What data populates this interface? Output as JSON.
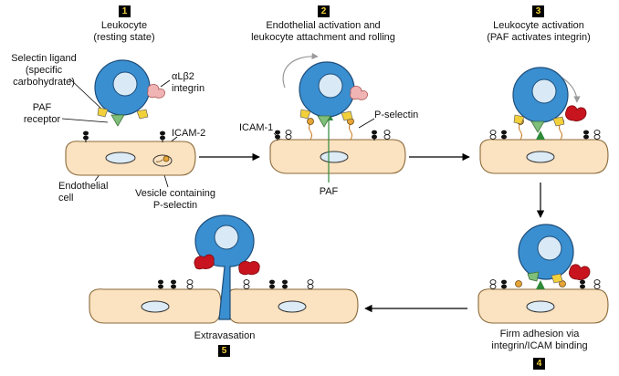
{
  "colors": {
    "cell_body": "#fbe2c0",
    "cell_stroke": "#8a6a3a",
    "nucleus_fill": "#dcebf6",
    "leukocyte": "#3a8fd0",
    "leukocyte_nucleus": "#d9eaf6",
    "selectin_ligand": "#f2d03a",
    "paf_receptor": "#7fbf7a",
    "integrin_inactive": "#f1b4b4",
    "integrin_active": "#c8141e",
    "p_selectin": "#e6a437",
    "number_box": "#000000",
    "number_text": "#f4d23a"
  },
  "steps": [
    {
      "number": "1",
      "title_line1": "Leukocyte",
      "title_line2": "(resting state)"
    },
    {
      "number": "2",
      "title_line1": "Endothelial activation and",
      "title_line2": "leukocyte attachment and rolling"
    },
    {
      "number": "3",
      "title_line1": "Leukocyte activation",
      "title_line2": "(PAF activates integrin)"
    },
    {
      "number": "4",
      "title_line1": "Firm adhesion via",
      "title_line2": "integrin/ICAM binding"
    },
    {
      "number": "5",
      "title_line1": "Extravasation"
    }
  ],
  "labels": {
    "selectin_ligand_1": "Selectin ligand",
    "selectin_ligand_2": "(specific",
    "selectin_ligand_3": "carbohydrate)",
    "paf_receptor_1": "PAF",
    "paf_receptor_2": "receptor",
    "integrin_1": "αLβ2",
    "integrin_2": "integrin",
    "icam2": "ICAM-2",
    "icam1": "ICAM-1",
    "p_selectin": "P-selectin",
    "paf": "PAF",
    "endothelial_1": "Endothelial",
    "endothelial_2": "cell",
    "vesicle_1": "Vesicle containing",
    "vesicle_2": "P-selectin"
  }
}
